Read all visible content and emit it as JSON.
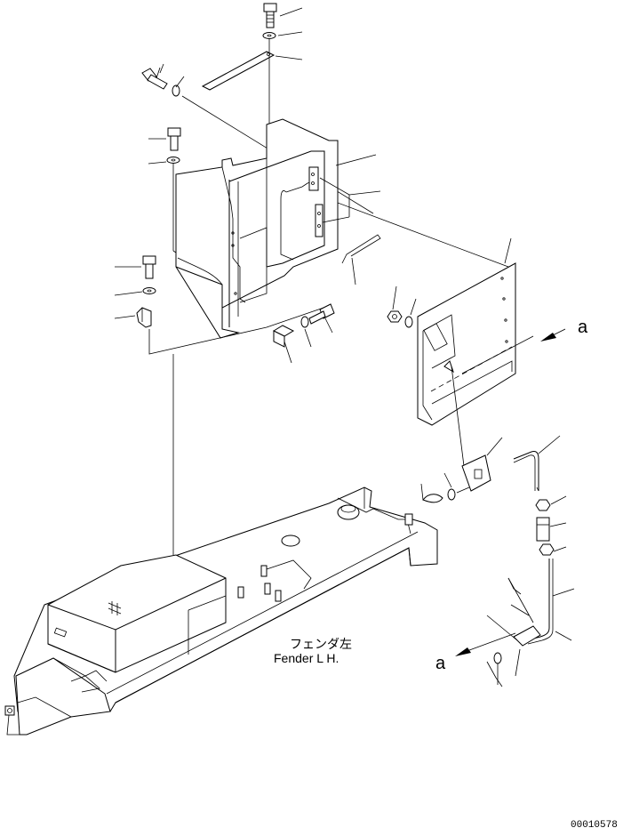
{
  "callouts": {
    "ref_a_right": "a",
    "ref_a_left": "a"
  },
  "caption": {
    "line1": "フェンダ左",
    "line2": "Fender L H."
  },
  "drawing_number": "00010578"
}
